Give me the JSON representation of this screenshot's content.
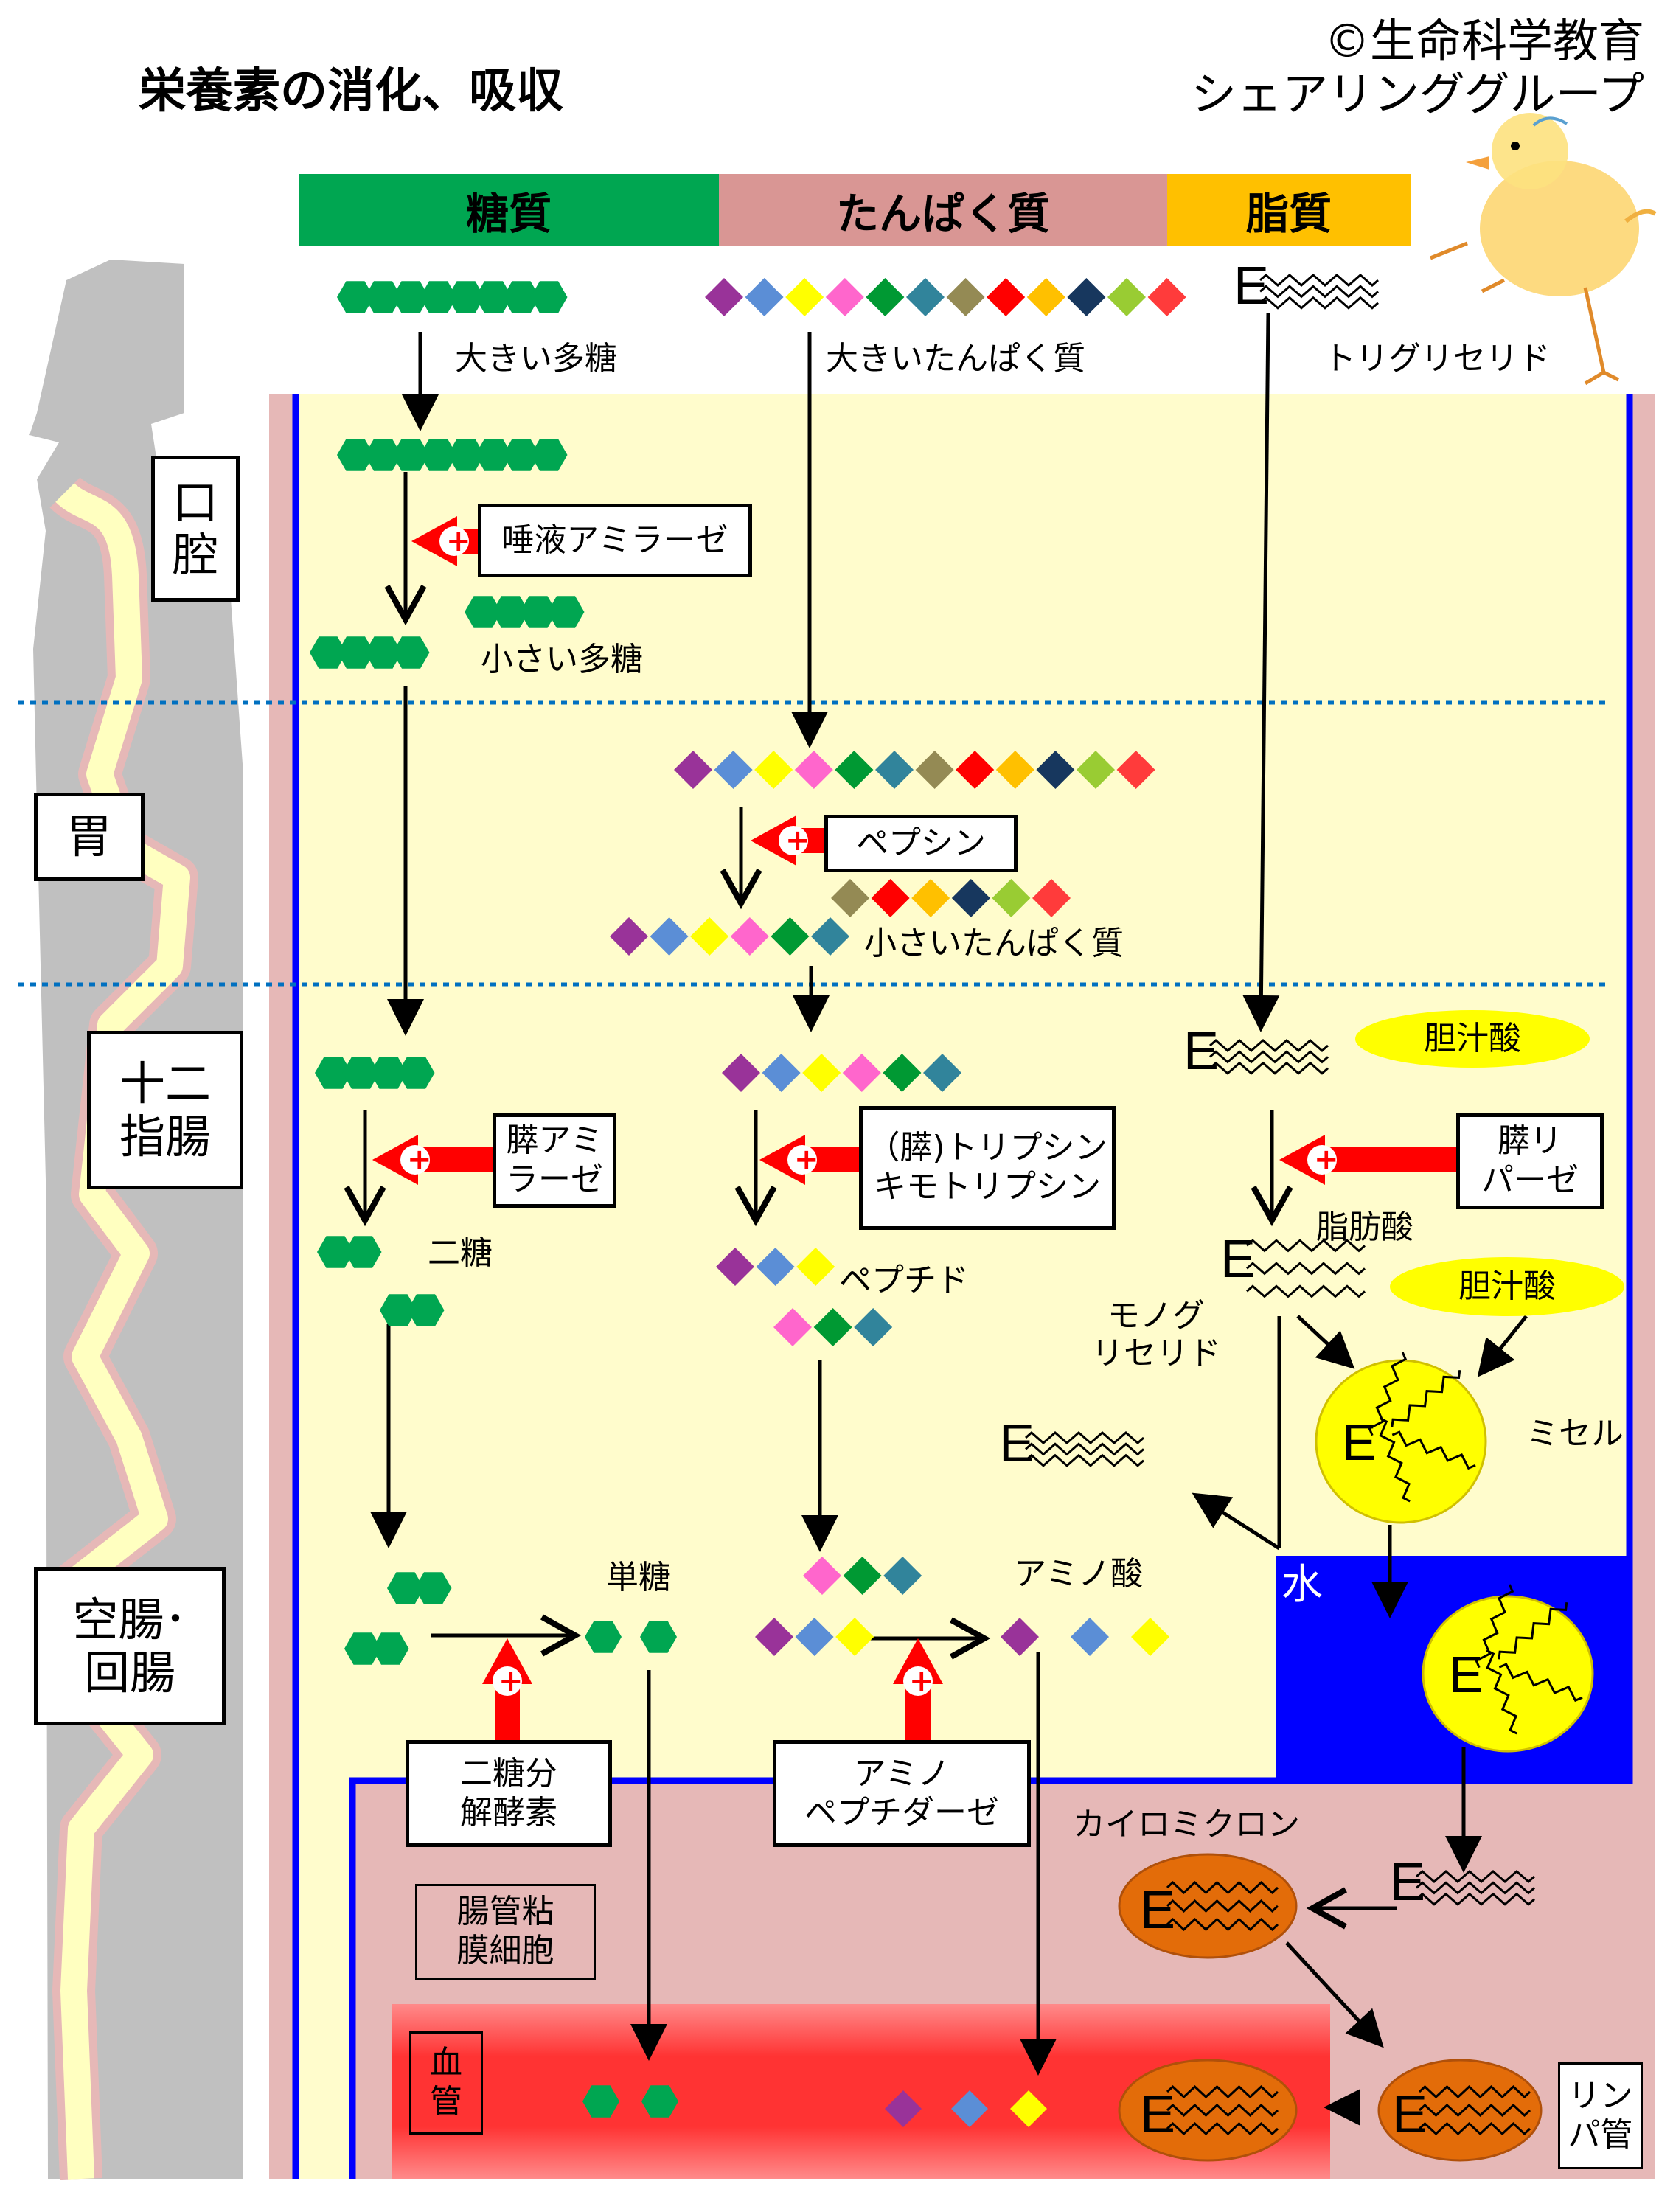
{
  "title": "栄養素の消化、吸収",
  "copyright": {
    "line1": "©生命科学教育",
    "line2": "シェアリンググループ"
  },
  "headers": [
    {
      "label": "糖質",
      "color": "#00a651"
    },
    {
      "label": "たんぱく質",
      "color": "#d99694"
    },
    {
      "label": "脂質",
      "color": "#ffc000"
    }
  ],
  "organs": {
    "mouth": [
      "口",
      "腔"
    ],
    "stomach": "胃",
    "duodenum": [
      "十二",
      "指腸"
    ],
    "jejunum_ileum": [
      "空腸･",
      "回腸"
    ]
  },
  "carb": {
    "large": "大きい多糖",
    "small": "小さい多糖",
    "disaccharide": "二糖",
    "monosaccharide": "単糖"
  },
  "protein": {
    "large": "大きいたんぱく質",
    "small": "小さいたんぱく質",
    "peptide": "ペプチド",
    "amino_acid": "アミノ酸"
  },
  "lipid": {
    "triglyceride": "トリグリセリド",
    "fatty_acid": "脂肪酸",
    "monoglyceride": [
      "モノグ",
      "リセリド"
    ],
    "micelle": "ミセル",
    "chylomicron": "カイロミクロン"
  },
  "enzymes": {
    "salivary_amylase": "唾液アミラーゼ",
    "pepsin": "ペプシン",
    "pancreatic_amylase": [
      "膵アミ",
      "ラーゼ"
    ],
    "trypsin": [
      "（膵)トリプシン",
      "キモトリプシン"
    ],
    "pancreatic_lipase": [
      "膵リ",
      "パーゼ"
    ],
    "disaccharidase": [
      "二糖分",
      "解酵素"
    ],
    "aminopeptidase": [
      "アミノ",
      "ペプチダーゼ"
    ]
  },
  "bile_acid": "胆汁酸",
  "water": "水",
  "regions": {
    "mucosa": [
      "腸管粘",
      "膜細胞"
    ],
    "blood_vessel": [
      "血",
      "管"
    ],
    "lymph": [
      "リン",
      "パ管"
    ]
  },
  "colors": {
    "glucose": "#00a651",
    "lumen": "#fffccc",
    "mucosa": "#e6b8b7",
    "wall_line": "#0000ff",
    "water": "#0000ff",
    "enzyme_arrow": "#ff0000",
    "bile": "#ffff00",
    "chylomicron": "#e36c09",
    "body": "#c0c0c0",
    "tract": "#ffffc0",
    "tract_edge": "#e6b8b7"
  },
  "amino_colors": [
    "#993399",
    "#5b8ed6",
    "#ffff00",
    "#ff66cc",
    "#009933",
    "#31849b",
    "#948a54",
    "#ff0000",
    "#ffc000",
    "#17375e",
    "#99cc33",
    "#ff3b3b"
  ]
}
